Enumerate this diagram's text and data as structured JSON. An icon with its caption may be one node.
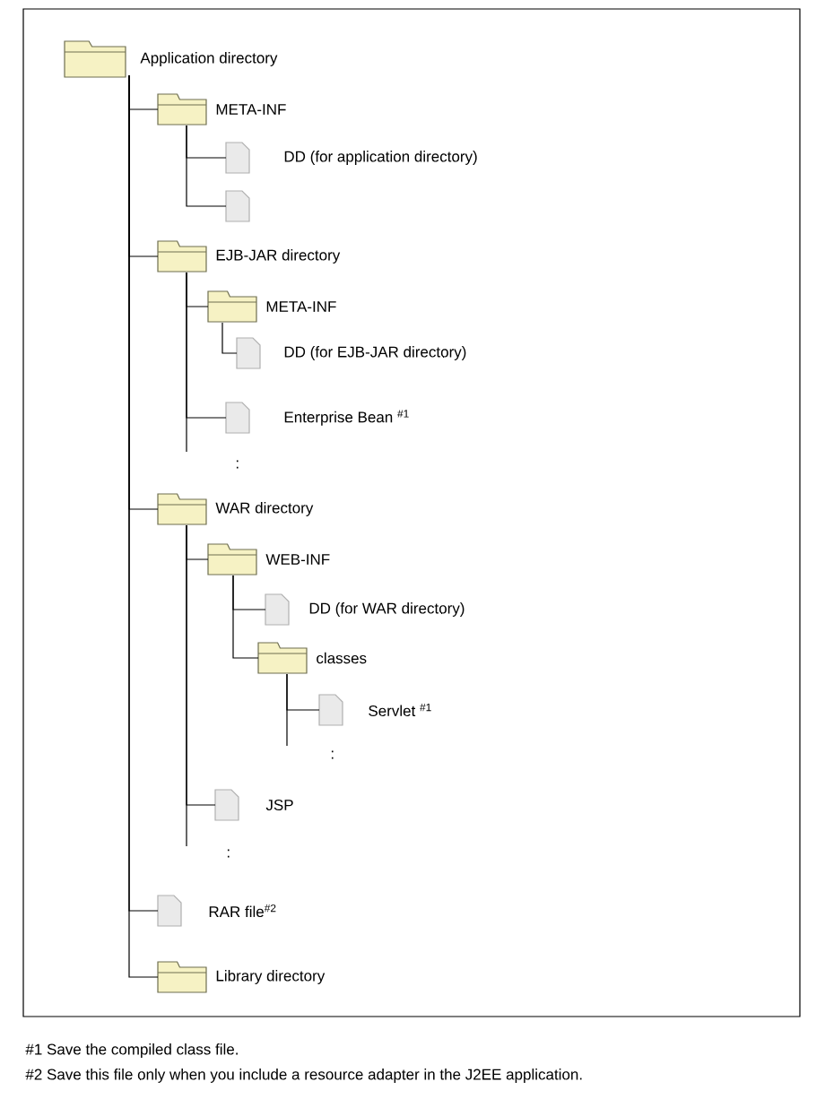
{
  "diagram": {
    "nodes": [
      {
        "text": [
          "Application directory"
        ]
      },
      {
        "text": [
          "META-INF"
        ]
      },
      {
        "text": [
          "DD (for application directory)"
        ]
      },
      {
        "text": [],
        "shape": "file"
      },
      {
        "text": [
          "EJB-JAR directory"
        ]
      },
      {
        "text": [
          "META-INF"
        ]
      },
      {
        "text": [
          "DD (for EJB-JAR directory)"
        ]
      },
      {
        "text": [
          "Enterprise Bean $^{#1}$"
        ]
      },
      {
        "text": [
          "WAR directory"
        ]
      },
      {
        "text": [
          "WEB-INF"
        ]
      },
      {
        "text": [
          "DD (for WAR directory)"
        ]
      },
      {
        "text": [
          "classes"
        ]
      },
      {
        "text": [
          "Servlet $^{#1}$"
        ]
      },
      {
        "text": [
          "JSP"
        ]
      },
      {
        "text": [
          "RAR file$^{#2}$"
        ]
      },
      {
        "text": [
          "Library directory"
        ]
      }
    ],
    "edges": [
      {
        "from": 0,
        "to": 1,
        "arrow": "none"
      },
      {
        "from": 1,
        "to": 2,
        "arrow": "none"
      },
      {
        "from": 1,
        "to": 3,
        "arrow": "none"
      },
      {
        "from": 0,
        "to": 4,
        "arrow": "none"
      },
      {
        "from": 4,
        "to": 5,
        "arrow": "none"
      },
      {
        "from": 5,
        "to": 6,
        "arrow": "none"
      },
      {
        "from": 4,
        "to": 7,
        "arrow": "none"
      },
      {
        "from": 0,
        "to": 8,
        "arrow": "none"
      },
      {
        "from": 8,
        "to": 9,
        "arrow": "none"
      },
      {
        "from": 9,
        "to": 10,
        "arrow": "none"
      },
      {
        "from": 9,
        "to": 11,
        "arrow": "none"
      },
      {
        "from": 11,
        "to": 12,
        "arrow": "none"
      },
      {
        "from": 8,
        "to": 13,
        "arrow": "none"
      },
      {
        "from": 0,
        "to": 14,
        "arrow": "none"
      },
      {
        "from": 0,
        "to": 15,
        "arrow": "none"
      }
    ],
    "labels": [
      ":",
      ":",
      ":",
      "#1 Save the compiled class file.",
      "#2 Save this file only when you include a resource adapter in the J2EE application."
    ]
  }
}
